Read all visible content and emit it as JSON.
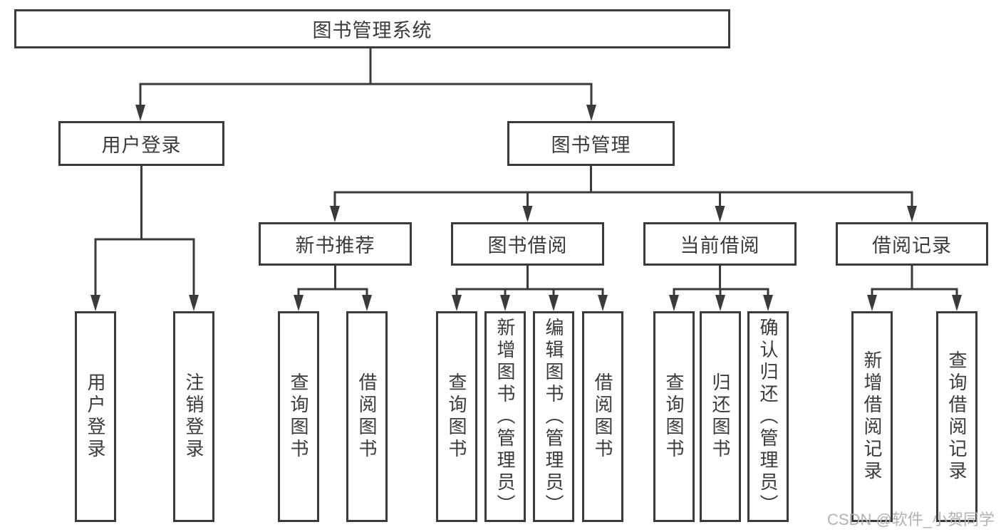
{
  "diagram": {
    "root": {
      "label": "图书管理系统",
      "children": [
        {
          "label": "用户登录",
          "children": [
            {
              "label": "用户登录"
            },
            {
              "label": "注销登录"
            }
          ]
        },
        {
          "label": "图书管理",
          "children": [
            {
              "label": "新书推荐",
              "children": [
                {
                  "label": "查询图书"
                },
                {
                  "label": "借阅图书"
                }
              ]
            },
            {
              "label": "图书借阅",
              "children": [
                {
                  "label": "查询图书"
                },
                {
                  "label": "新增图书（管理员）"
                },
                {
                  "label": "编辑图书（管理员）"
                },
                {
                  "label": "借阅图书"
                }
              ]
            },
            {
              "label": "当前借阅",
              "children": [
                {
                  "label": "查询图书"
                },
                {
                  "label": "归还图书"
                },
                {
                  "label": "确认归还（管理员）"
                }
              ]
            },
            {
              "label": "借阅记录",
              "children": [
                {
                  "label": "新增借阅记录"
                },
                {
                  "label": "查询借阅记录"
                }
              ]
            }
          ]
        }
      ]
    }
  },
  "watermark": "CSDN @软件_小贺同学",
  "colors": {
    "line": "#3a3a3a",
    "text": "#3b3b3b",
    "background": "#ffffff",
    "watermark": "#b2b2b2"
  }
}
